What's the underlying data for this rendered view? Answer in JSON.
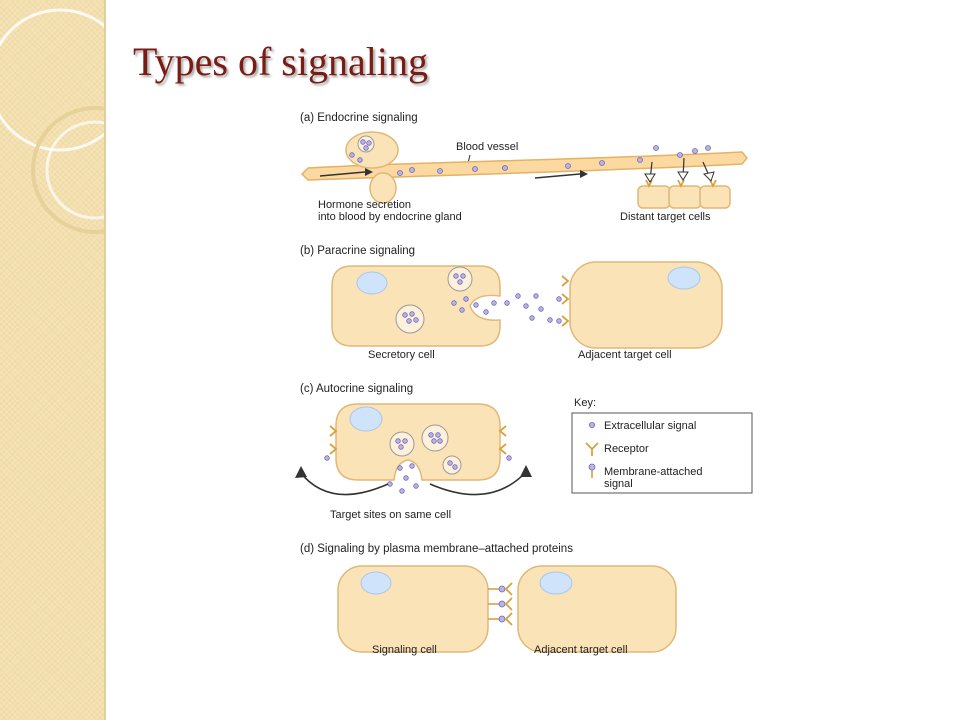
{
  "slide": {
    "title": "Types of signaling"
  },
  "panels": {
    "endocrine": {
      "heading": "(a) Endocrine signaling",
      "blood_vessel": "Blood vessel",
      "source_line1": "Hormone secretion",
      "source_line2": "into blood by endocrine gland",
      "targets": "Distant target cells"
    },
    "paracrine": {
      "heading": "(b) Paracrine signaling",
      "secretory": "Secretory cell",
      "adjacent": "Adjacent target cell"
    },
    "autocrine": {
      "heading": "(c) Autocrine signaling",
      "target_sites": "Target sites on same cell"
    },
    "membrane": {
      "heading": "(d) Signaling by plasma membrane–attached proteins",
      "signaling": "Signaling cell",
      "adjacent": "Adjacent target cell"
    }
  },
  "key": {
    "title": "Key:",
    "items": [
      {
        "label": "Extracellular signal"
      },
      {
        "label": "Receptor"
      },
      {
        "label": "Membrane-attached",
        "label2": "signal"
      }
    ]
  },
  "colors": {
    "title": "#7a1c14",
    "sidebar": "#f6e3b4",
    "cell_fill": "#fbe3b8",
    "nucleus": "#cfe4fb",
    "signal": "#b9b4e4",
    "receptor": "#d9a23a"
  }
}
